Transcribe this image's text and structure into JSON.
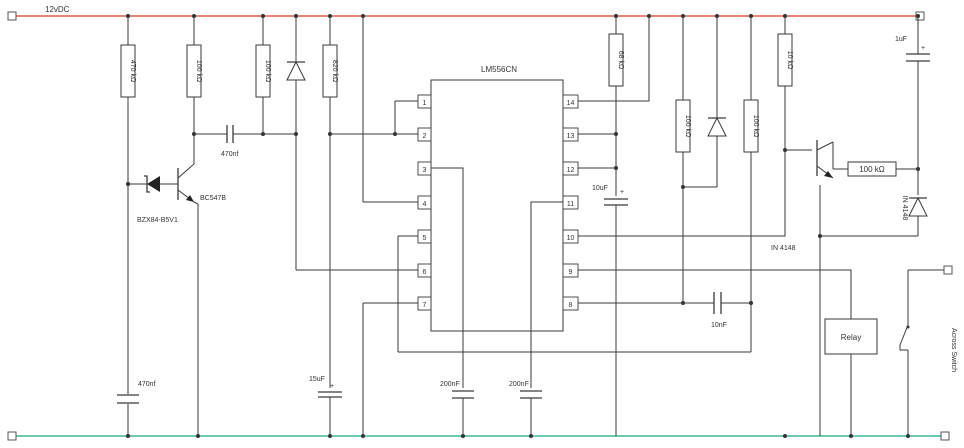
{
  "rails": {
    "top_label": "12vDC",
    "top_color": "#e05a4a",
    "bottom_color": "#3fb890"
  },
  "ic": {
    "name": "LM556CN",
    "pins_left": [
      "1",
      "2",
      "3",
      "4",
      "5",
      "6",
      "7"
    ],
    "pins_right": [
      "14",
      "13",
      "12",
      "11",
      "10",
      "9",
      "8"
    ]
  },
  "resistors": {
    "r470k": "470 kΩ",
    "r100k_a": "100 kΩ",
    "r100k_b": "100 kΩ",
    "r820k": "820 kΩ",
    "r68k": "68 kΩ",
    "r100k_c": "100 kΩ",
    "r100k_d": "100 kΩ",
    "r10k": "10 kΩ",
    "r100k_h": "100 kΩ"
  },
  "capacitors": {
    "c470nf_top": "470nf",
    "c470nf_bottom": "470nf",
    "c15uf": "15uF",
    "c200nf_a": "200nF",
    "c200nf_b": "200nF",
    "c10uf": "10uF",
    "c10nf": "10nF",
    "c1uf": "1uF",
    "plus": "+"
  },
  "semis": {
    "zener": "BZX84-B5V1",
    "transistor": "BC547B",
    "diode_right": "IN 4148",
    "diode_right_vertical": "IN 4148"
  },
  "relay": {
    "label": "Relay"
  },
  "switch": {
    "label": "Across Switch"
  }
}
